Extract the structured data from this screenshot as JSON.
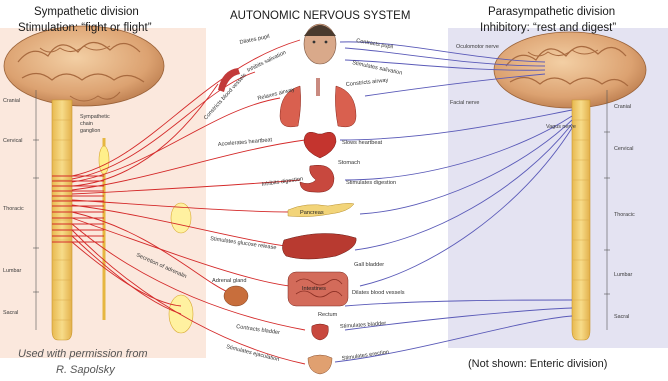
{
  "title": "AUTONOMIC NERVOUS SYSTEM",
  "left_header": {
    "line1": "Sympathetic division",
    "line2": "Stimulation:  “fight or flight”"
  },
  "right_header": {
    "line1": "Parasympathetic division",
    "line2": "Inhibitory:  “rest and digest”"
  },
  "credit": {
    "line1": "Used with permission from",
    "line2": "R. Sapolsky"
  },
  "footnote": "(Not shown:  Enteric division)",
  "left_spine_labels": [
    "Cranial",
    "Cervical",
    "Thoracic",
    "Lumbar",
    "Sacral"
  ],
  "right_spine_labels": [
    "Cranial",
    "Cervical",
    "Thoracic",
    "Lumbar",
    "Sacral"
  ],
  "chain_label": "Sympathetic chain ganglion",
  "right_nerve_labels": {
    "oculomotor": "Oculomotor nerve",
    "facial": "Facial nerve",
    "vagus": "Vagus nerve"
  },
  "sympathetic_effects": [
    "Dilates pupil",
    "Inhibits salivation",
    "Relaxes airway",
    "Constricts blood vessels",
    "Accelerates heartbeat",
    "Inhibits digestion",
    "Stimulates glucose release",
    "Secretion of adrenalin",
    "Adrenal gland",
    "Contracts bladder",
    "Stimulates ejaculation"
  ],
  "parasympathetic_effects": [
    "Contracts pupil",
    "Stimulates salivation",
    "Constricts airway",
    "Slows heartbeat",
    "Stomach",
    "Stimulates digestion",
    "Gall bladder",
    "Dilates blood vessels",
    "Rectum",
    "Stimulates bladder",
    "Stimulates erection"
  ],
  "organ_labels": {
    "pancreas": "Pancreas",
    "intestines": "Intestines"
  },
  "colors": {
    "sympathetic_fiber": "#d42a2a",
    "parasympathetic_fiber": "#5a5ab8",
    "left_panel": "#fbe9df",
    "right_panel": "#e3e3f2",
    "spine": "#f2cd70",
    "brain": "#e8b888",
    "ganglion": "#fff3a0"
  },
  "icons": [
    "brain-icon",
    "face-icon",
    "mouth-icon",
    "lungs-icon",
    "heart-icon",
    "stomach-icon",
    "pancreas-icon",
    "liver-icon",
    "adrenal-gland-icon",
    "intestines-icon",
    "bladder-icon",
    "genitals-icon"
  ]
}
